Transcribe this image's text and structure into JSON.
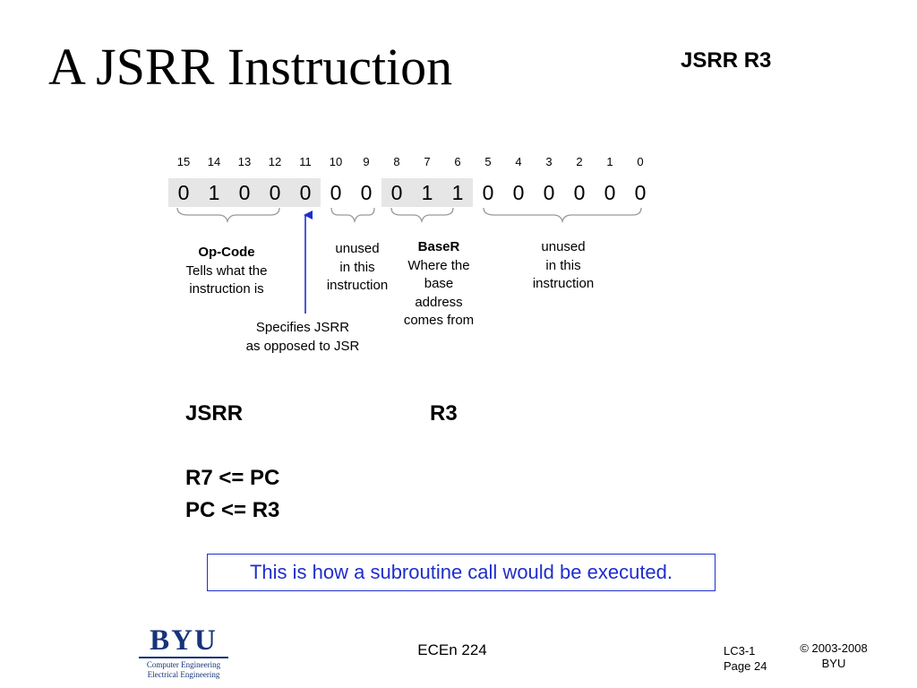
{
  "slide": {
    "title": "A JSRR Instruction",
    "corner_label": "JSRR  R3"
  },
  "bit_numbers": [
    "15",
    "14",
    "13",
    "12",
    "11",
    "10",
    "9",
    "8",
    "7",
    "6",
    "5",
    "4",
    "3",
    "2",
    "1",
    "0"
  ],
  "bit_values": [
    "0",
    "1",
    "0",
    "0",
    "0",
    "0",
    "0",
    "0",
    "1",
    "1",
    "0",
    "0",
    "0",
    "0",
    "0",
    "0"
  ],
  "fields": {
    "opcode": {
      "title": "Op-Code",
      "line1": "Tells what the",
      "line2": "instruction is"
    },
    "bit11": {
      "line1": "Specifies JSRR",
      "line2": "as opposed to JSR"
    },
    "unused1": {
      "line1": "unused",
      "line2": "in this",
      "line3": "instruction"
    },
    "baser": {
      "title": "BaseR",
      "line1": "Where the",
      "line2": "base",
      "line3": "address",
      "line4": "comes from"
    },
    "unused2": {
      "line1": "unused",
      "line2": "in this",
      "line3": "instruction"
    }
  },
  "code": {
    "mnemonic": "JSRR",
    "operand": "R3",
    "step1": "R7 <= PC",
    "step2": "PC <=  R3"
  },
  "note": "This is how a subroutine call would be executed.",
  "footer": {
    "logo_text": "BYU",
    "logo_line1": "Computer Engineering",
    "logo_line2": "Electrical Engineering",
    "course": "ECEn 224",
    "doc_id": "LC3-1",
    "page": "Page 24",
    "copyright": "© 2003-2008",
    "org": "BYU"
  },
  "colors": {
    "arrow": "#1f2ecc",
    "note_border": "#1f2ecc",
    "logo": "#17337a",
    "field_shade": "#e6e6e6"
  }
}
